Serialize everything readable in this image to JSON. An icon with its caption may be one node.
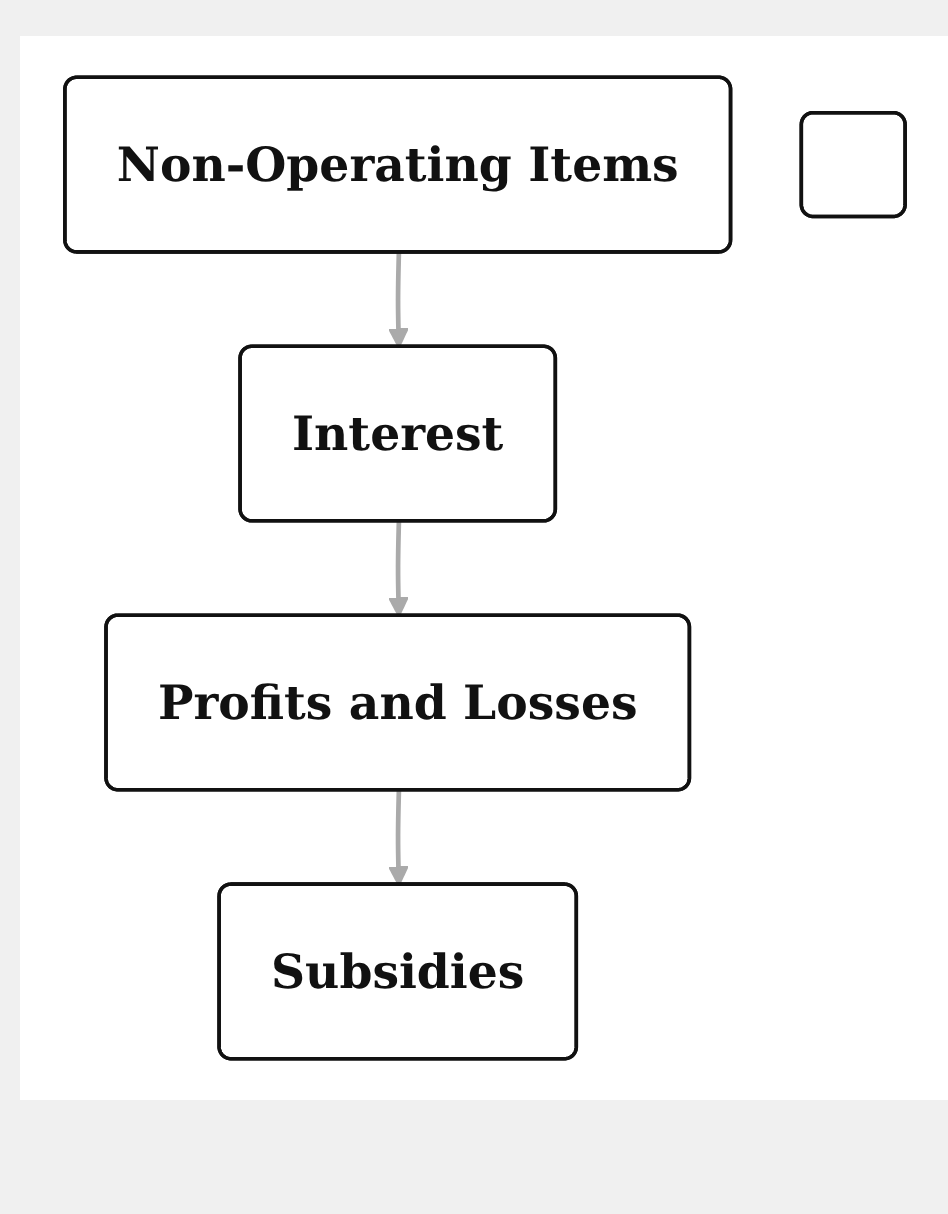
{
  "diagram": {
    "nodes": [
      {
        "text": [
          "Non-Operating Items"
        ]
      },
      {
        "text": [
          "Interest"
        ]
      },
      {
        "text": [
          "Profits and Losses"
        ]
      },
      {
        "text": [
          "Subsidies"
        ]
      },
      {
        "text": [],
        "shape": "box"
      }
    ],
    "edges": [
      {
        "from": 0,
        "to": 1,
        "arrow": "to"
      },
      {
        "from": 1,
        "to": 2,
        "arrow": "to"
      },
      {
        "from": 2,
        "to": 3,
        "arrow": "to"
      }
    ]
  }
}
